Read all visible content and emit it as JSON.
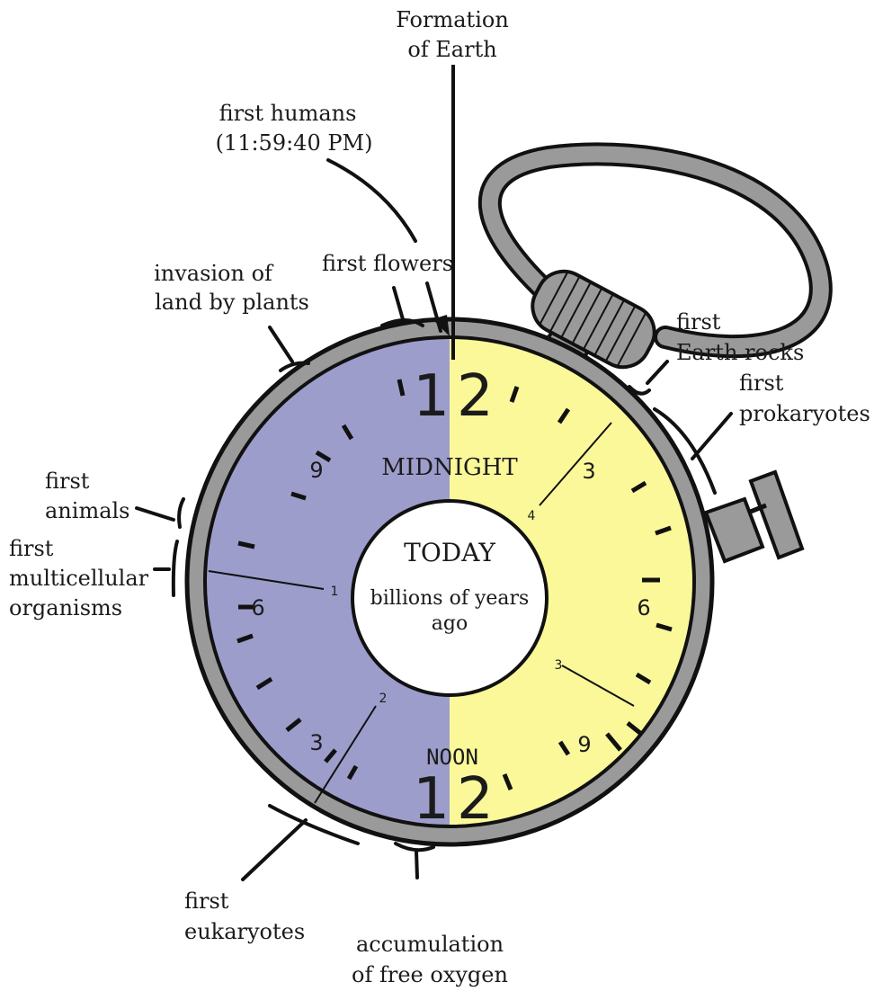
{
  "colors": {
    "left_half": "#9d9dcc",
    "right_half": "#fbf89a",
    "rim": "#9a9a9a",
    "outline": "#111111",
    "center": "#ffffff"
  },
  "dial": {
    "top_left": "1",
    "top_right": "2",
    "bottom_left": "1",
    "bottom_right": "2",
    "midnight": "MIDNIGHT",
    "noon": "NOON",
    "today": "TODAY",
    "center_line1": "billions of years",
    "center_line2": "ago",
    "hour_left_9": "9",
    "hour_left_6": "6",
    "hour_left_3": "3",
    "hour_right_3": "3",
    "hour_right_6": "6",
    "hour_right_9": "9",
    "scale_1": "1",
    "scale_2": "2",
    "scale_3": "3",
    "scale_4": "4"
  },
  "labels": {
    "formation_1": "Formation",
    "formation_2": "of Earth",
    "humans_1": "first humans",
    "humans_2": "(11:59:40 PM)",
    "flowers": "first flowers",
    "plants_1": "invasion of",
    "plants_2": "land by plants",
    "animals_1": "first",
    "animals_2": "animals",
    "multi_1": "first",
    "multi_2": "multicellular",
    "multi_3": "organisms",
    "rocks_1": "first",
    "rocks_2": "Earth rocks",
    "prok_1": "first",
    "prok_2": "prokaryotes",
    "euk_1": "first",
    "euk_2": "eukaryotes",
    "oxy_1": "accumulation",
    "oxy_2": "of free oxygen"
  }
}
